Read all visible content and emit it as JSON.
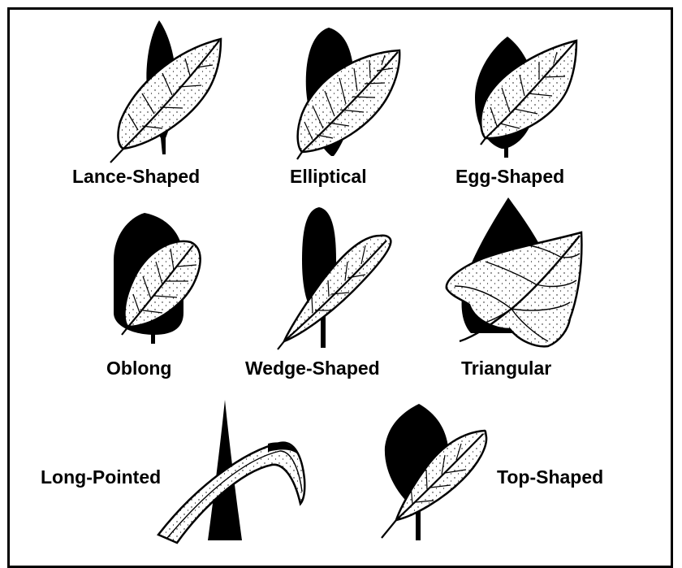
{
  "labels": {
    "lance": "Lance-Shaped",
    "elliptical": "Elliptical",
    "egg": "Egg-Shaped",
    "oblong": "Oblong",
    "wedge": "Wedge-Shaped",
    "triangular": "Triangular",
    "long_pointed": "Long-Pointed",
    "top_shaped": "Top-Shaped"
  },
  "colors": {
    "ink": "#000000",
    "paper": "#ffffff"
  }
}
